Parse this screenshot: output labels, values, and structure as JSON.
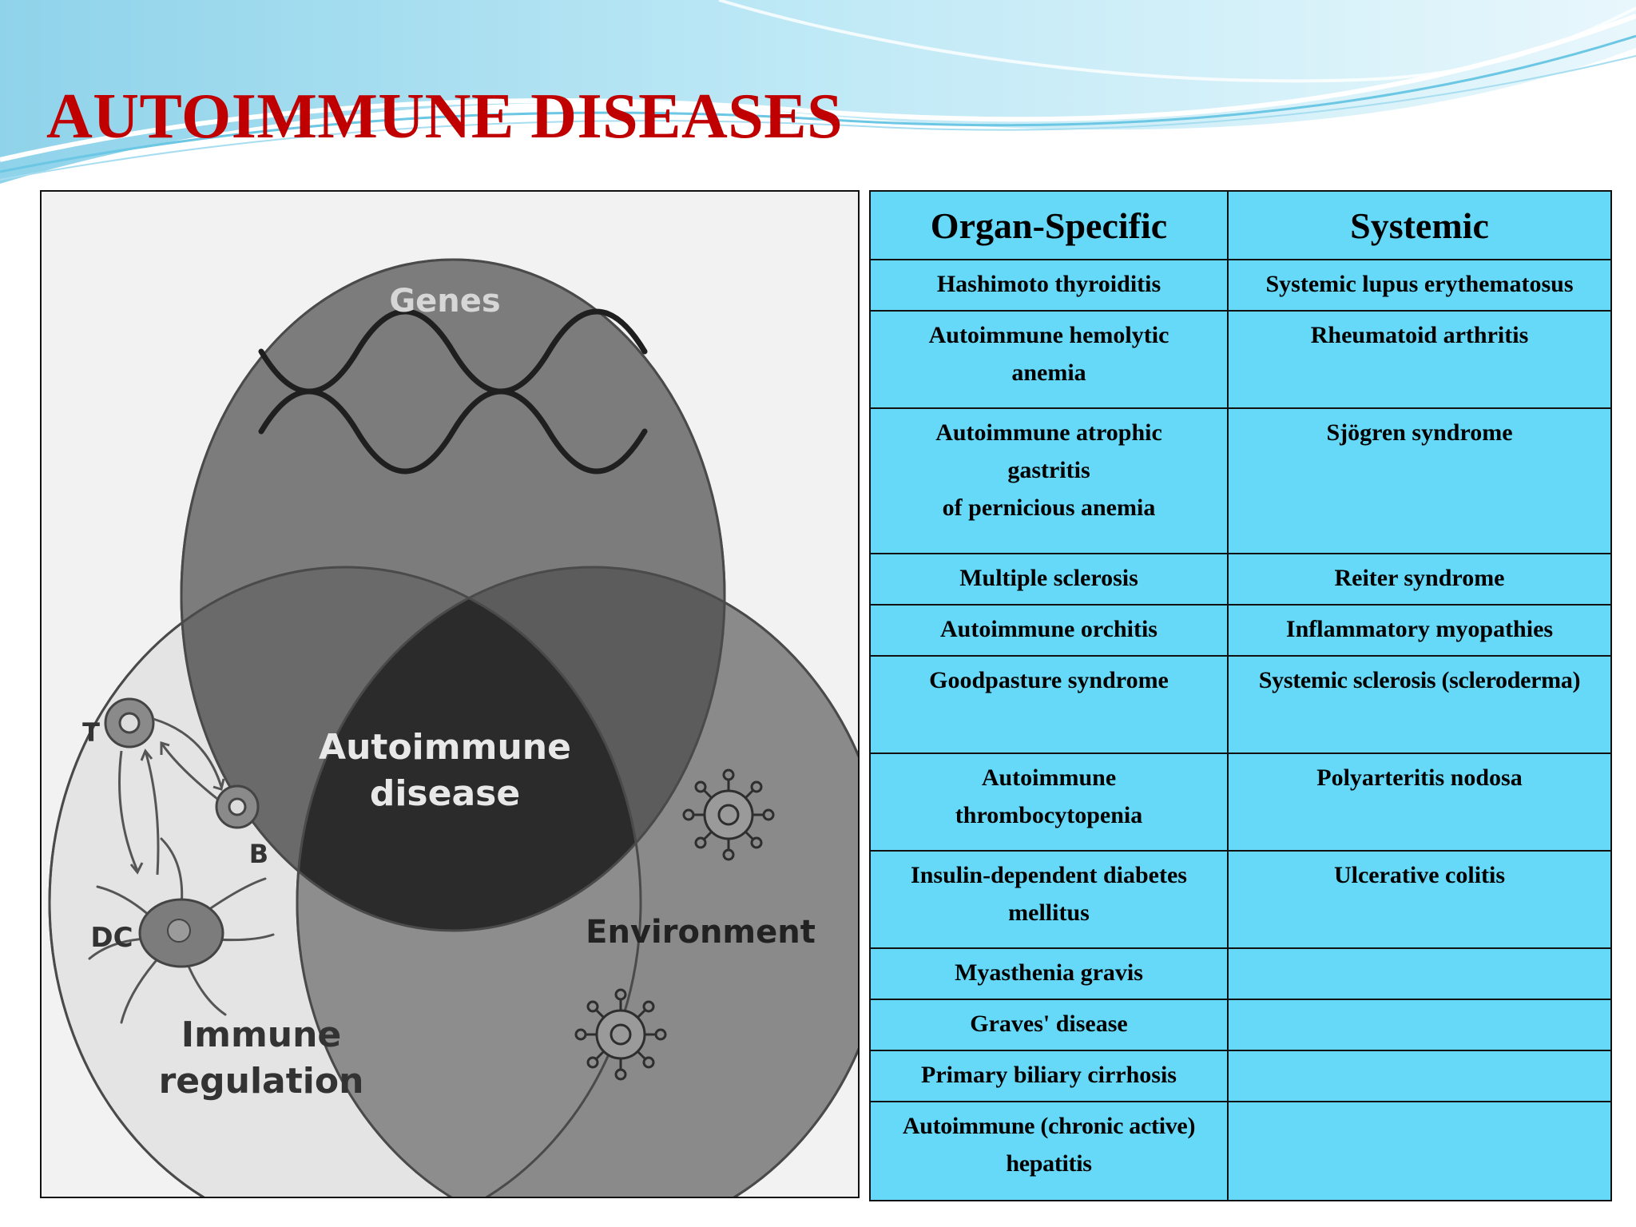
{
  "title": "AUTOIMMUNE DISEASES",
  "colors": {
    "title": "#c00000",
    "table_fill": "#65d9f7",
    "wave_light": "#bfe9f6",
    "wave_mid": "#8fd6ee",
    "venn_fill": "#7a7a7a",
    "venn_center": "#2b2b2b"
  },
  "venn": {
    "genes_label": "Genes",
    "center_label_line1": "Autoimmune",
    "center_label_line2": "disease",
    "environment_label": "Environment",
    "immune_label_line1": "Immune",
    "immune_label_line2": "regulation",
    "cell_t": "T",
    "cell_b": "B",
    "cell_dc": "DC",
    "icons": [
      "dna-helix-icon",
      "t-cell-icon",
      "b-cell-icon",
      "dendritic-cell-icon",
      "virus-icon"
    ]
  },
  "table": {
    "headers": [
      "Organ-Specific",
      "Systemic"
    ],
    "rows": [
      {
        "organ": "Hashimoto thyroiditis",
        "systemic": "Systemic lupus erythematosus"
      },
      {
        "organ": "Autoimmune hemolytic\nanemia",
        "systemic": "Rheumatoid arthritis"
      },
      {
        "organ": "Autoimmune atrophic\ngastritis\nof pernicious anemia",
        "systemic": "Sjögren syndrome"
      },
      {
        "organ": "Multiple sclerosis",
        "systemic": "Reiter syndrome"
      },
      {
        "organ": "Autoimmune orchitis",
        "systemic": "Inflammatory myopathies"
      },
      {
        "organ": "Goodpasture syndrome",
        "systemic": "Systemic sclerosis (scleroderma)"
      },
      {
        "organ": "Autoimmune\nthrombocytopenia",
        "systemic": "Polyarteritis nodosa"
      },
      {
        "organ": "Insulin-dependent diabetes\nmellitus",
        "systemic": "Ulcerative colitis"
      },
      {
        "organ": "Myasthenia gravis",
        "systemic": ""
      },
      {
        "organ": "Graves' disease",
        "systemic": ""
      },
      {
        "organ": "Primary biliary cirrhosis",
        "systemic": ""
      },
      {
        "organ": "Autoimmune (chronic active)\nhepatitis",
        "systemic": ""
      }
    ]
  }
}
